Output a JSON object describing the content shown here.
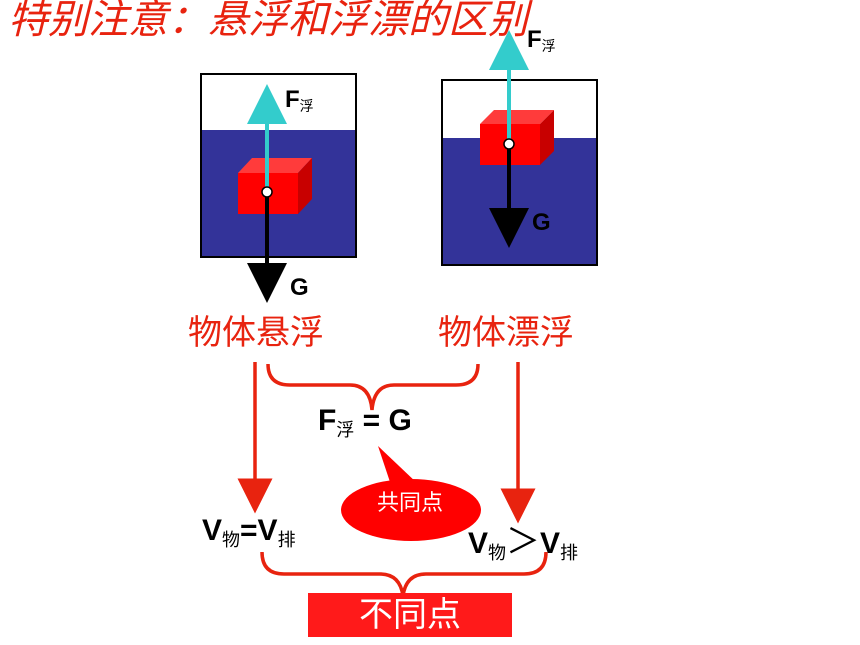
{
  "title": "特别注意：悬浮和浮漂的区别",
  "suspend": {
    "buoyancy_label": "F",
    "buoyancy_sub": "浮",
    "gravity_label": "G",
    "state_label": "物体悬浮"
  },
  "float": {
    "buoyancy_label": "F",
    "buoyancy_sub": "浮",
    "gravity_label": "G",
    "state_label": "物体漂浮"
  },
  "common": {
    "eq_f": "F",
    "eq_sub": "浮",
    "eq_rest": " = G",
    "callout": "共同点"
  },
  "left_relation": {
    "v1": "V",
    "v1_sub": "物",
    "op": "=",
    "v2": "V",
    "v2_sub": "排"
  },
  "right_relation": {
    "v1": "V",
    "v1_sub": "物",
    "op": "＞",
    "v2": "V",
    "v2_sub": "排"
  },
  "difference_label": "不同点",
  "colors": {
    "accent_red": "#e8230f",
    "water": "#333399",
    "block_front": "#ff0000",
    "block_top": "#ff3b3b",
    "block_side": "#c80000",
    "buoyancy_arrow": "#33cccc",
    "gravity_arrow": "#000000"
  }
}
